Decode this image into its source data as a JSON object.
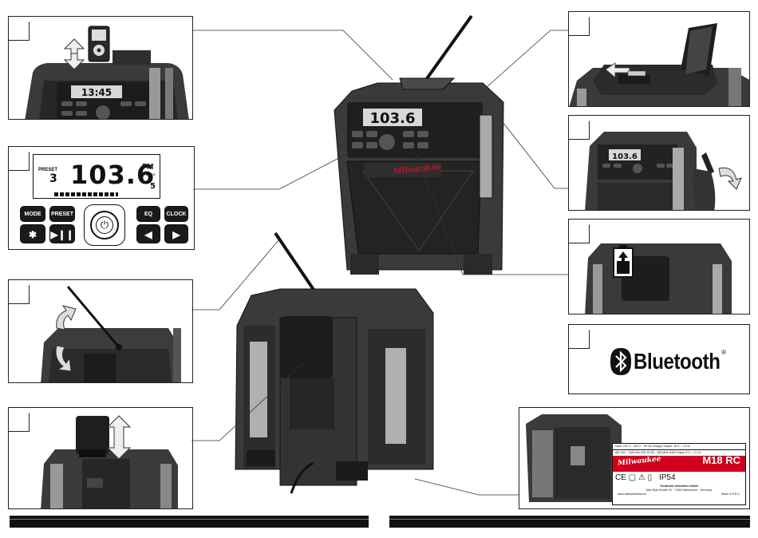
{
  "colors": {
    "ink": "#111111",
    "accent": "#c8102e",
    "label_red": "#d0021b",
    "panel_border": "#222222"
  },
  "display": {
    "preset_label": "PRESET",
    "preset_number": "3",
    "frequency": "103.6",
    "frequency_suffix": "5",
    "band": "FM",
    "stereo": "STEREO"
  },
  "buttons": {
    "mode": "MODE",
    "preset": "PRESET",
    "eq": "EQ",
    "clock": "CLOCK",
    "bluetooth_icon": "bluetooth-icon",
    "play_pause_icon": "play-pause-icon",
    "power_icon": "power-icon",
    "left_icon": "left-arrow-icon",
    "right_icon": "right-arrow-icon"
  },
  "bluetooth": {
    "wordmark": "Bluetooth",
    "registered": "®"
  },
  "thumb_displays": {
    "clock": "13:45",
    "freq_small": "103.6"
  },
  "rating_label": {
    "brand": "Milwaukee",
    "model": "M18 RC",
    "ip_rating": "IP54",
    "rows": [
      "Input: 220 V - 240 V ~ 50 Hz   Charger Output: 18 V ⎓ 2,0 A",
      "AM: 522 - 1620 kHz   FM: 87,50 - 108 MHz   USB Output: 5 V ⎓ 2,1 A"
    ],
    "company": "Techtronic Industries GmbH",
    "address": "Max-Eyth-Straße 10 · 71364 Winnenden · Germany",
    "website": "www.milwaukeetool.eu",
    "origin": "Made in P.R.C."
  },
  "front_brand": "Milwaukee"
}
